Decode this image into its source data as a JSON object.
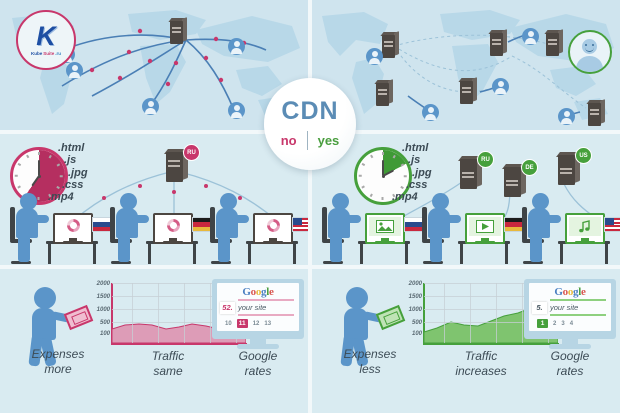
{
  "infographic": {
    "logo": {
      "mark": "K",
      "word1": "Kube",
      "word2": "Suite",
      "word3": ".ru"
    },
    "center_badge": {
      "title": "CDN",
      "option_no": "no",
      "option_yes": "yes",
      "color_no": "#c8376b",
      "color_yes": "#4a9e3f",
      "color_title": "#5b8cb5"
    },
    "panels": {
      "top_left": {
        "name": "single-origin-server-map",
        "server_count": 1,
        "user_count": 5,
        "line_color": "#4a7fb5",
        "hop_color": "#c8376b"
      },
      "top_right": {
        "name": "distributed-cdn-server-map",
        "server_count": 6,
        "user_count": 5,
        "line_color": "#4a7fb5",
        "highlight_color": "#46a03c"
      },
      "mid_left": {
        "name": "slow-delivery",
        "clock_state": "slow",
        "clock_color": "#c8376b",
        "files": [
          ".html",
          ".js",
          ".jpg",
          ".css",
          ".mp4"
        ],
        "origin_server_badge": "RU",
        "clients": [
          {
            "flag": "RU",
            "status": "loading"
          },
          {
            "flag": "DE",
            "status": "loading"
          },
          {
            "flag": "US",
            "status": "loading"
          }
        ]
      },
      "mid_right": {
        "name": "fast-delivery",
        "clock_state": "fast",
        "clock_color": "#46a03c",
        "files": [
          ".html",
          ".js",
          ".jpg",
          ".css",
          ".mp4"
        ],
        "edge_servers": [
          "RU",
          "DE",
          "US"
        ],
        "clients": [
          {
            "flag": "RU",
            "status": "image-loaded"
          },
          {
            "flag": "DE",
            "status": "video-loaded"
          },
          {
            "flag": "US",
            "status": "music-loaded"
          }
        ]
      },
      "bottom_left": {
        "name": "results-without-cdn",
        "accent": "#c8376b",
        "expenses_caption_line1": "Expenses",
        "expenses_caption_line2": "more",
        "traffic_caption_line1": "Traffic",
        "traffic_caption_line2": "same",
        "google_caption_line1": "Google",
        "google_caption_line2": "rates",
        "google": {
          "brand": "Google",
          "brand_letters": [
            {
              "ch": "G",
              "color": "#4a7fc1"
            },
            {
              "ch": "o",
              "color": "#d9564f"
            },
            {
              "ch": "o",
              "color": "#e8b93c"
            },
            {
              "ch": "g",
              "color": "#4a7fc1"
            },
            {
              "ch": "l",
              "color": "#4a9e3f"
            },
            {
              "ch": "e",
              "color": "#d9564f"
            }
          ],
          "rank": "52.",
          "site_label": "your site",
          "pages": [
            "10",
            "11",
            "12",
            "13"
          ],
          "current_page": "11"
        }
      },
      "bottom_right": {
        "name": "results-with-cdn",
        "accent": "#46a03c",
        "expenses_caption_line1": "Expenses",
        "expenses_caption_line2": "less",
        "traffic_caption_line1": "Traffic",
        "traffic_caption_line2": "increases",
        "google_caption_line1": "Google",
        "google_caption_line2": "rates",
        "google": {
          "brand": "Google",
          "brand_letters": [
            {
              "ch": "G",
              "color": "#4a7fc1"
            },
            {
              "ch": "o",
              "color": "#d9564f"
            },
            {
              "ch": "o",
              "color": "#e8b93c"
            },
            {
              "ch": "g",
              "color": "#4a7fc1"
            },
            {
              "ch": "l",
              "color": "#4a9e3f"
            },
            {
              "ch": "e",
              "color": "#d9564f"
            }
          ],
          "rank": "5.",
          "site_label": "your site",
          "pages": [
            "1",
            "2",
            "3",
            "4"
          ],
          "current_page": "1"
        }
      }
    }
  },
  "chart_data": [
    {
      "type": "area",
      "name": "traffic-without-cdn",
      "title": "Traffic same",
      "xlabel": "",
      "ylabel": "",
      "ylim": [
        0,
        2200
      ],
      "yticks": [
        100,
        500,
        1000,
        1500,
        2000
      ],
      "ytick_labels": [
        "100",
        "500",
        "1000",
        "1500",
        "2000"
      ],
      "grid": true,
      "color": "#d98bab",
      "x": [
        0,
        1,
        2,
        3,
        4,
        5,
        6,
        7,
        8,
        9,
        10
      ],
      "values": [
        520,
        600,
        640,
        610,
        520,
        560,
        640,
        600,
        520,
        560,
        660
      ]
    },
    {
      "type": "area",
      "name": "traffic-with-cdn",
      "title": "Traffic increases",
      "xlabel": "",
      "ylabel": "",
      "ylim": [
        0,
        2200
      ],
      "yticks": [
        100,
        500,
        1000,
        1500,
        2000
      ],
      "ytick_labels": [
        "100",
        "500",
        "1000",
        "1500",
        "2000"
      ],
      "grid": true,
      "color": "#6cbd5c",
      "x": [
        0,
        1,
        2,
        3,
        4,
        5,
        6,
        7,
        8,
        9,
        10
      ],
      "values": [
        400,
        520,
        700,
        640,
        600,
        760,
        900,
        980,
        1130,
        1340,
        1480
      ]
    }
  ]
}
